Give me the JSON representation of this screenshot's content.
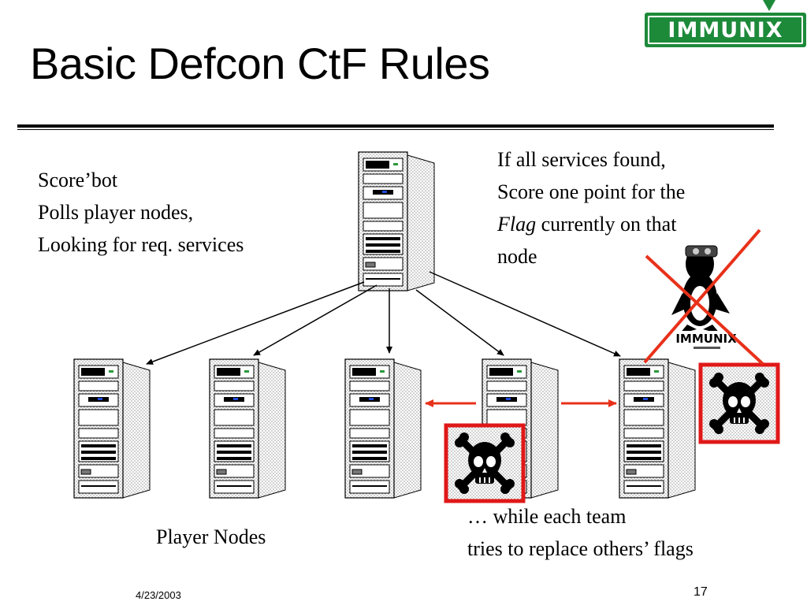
{
  "slide": {
    "title": "Basic Defcon CtF Rules",
    "date": "4/23/2003",
    "page_number": "17"
  },
  "logo": {
    "text": "IMMUNIX",
    "color": "#1d8a3a"
  },
  "scorebot_text": {
    "line1": "Score’bot",
    "line2": "Polls player nodes,",
    "line3": "Looking for req. services"
  },
  "flag_text": {
    "line1": "If all services found,",
    "line2": "Score one point for the",
    "line3_italic": "Flag",
    "line3_rest": " currently on that",
    "line4": "node"
  },
  "player_nodes_label": "Player Nodes",
  "replace_text": {
    "line1": "… while each team",
    "line2": "tries to replace others’ flags"
  },
  "mascot_caption": "IMMUNIX",
  "icons": {
    "server": "server-tower-icon",
    "skull": "skull-crossbones-icon",
    "mascot": "immunix-penguin-mascot-icon",
    "cross": "red-x-icon"
  },
  "colors": {
    "red": "#e8311a",
    "box_red": "#e01818"
  }
}
